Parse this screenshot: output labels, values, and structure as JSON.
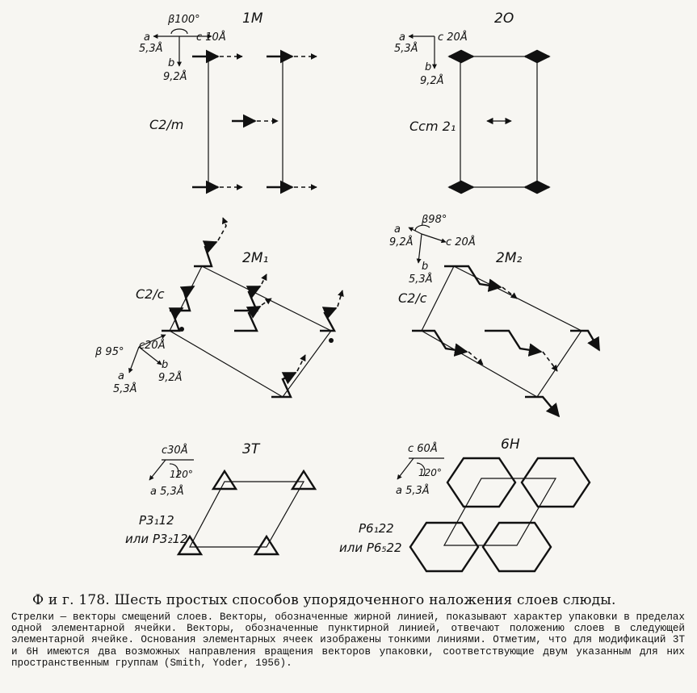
{
  "panels": {
    "p1M": {
      "name": "1M",
      "axis_beta": "β100°",
      "axis_a": "a",
      "axis_a_len": "5,3Å",
      "axis_c": "c 10Å",
      "axis_b": "b",
      "axis_b_len": "9,2Å",
      "group": "C2/m"
    },
    "p2O": {
      "name": "2O",
      "axis_a": "a",
      "axis_a_len": "5,3Å",
      "axis_c": "c 20Å",
      "axis_b": "b",
      "axis_b_len": "9,2Å",
      "group": "Ccm 2₁"
    },
    "p2M1": {
      "name": "2M₁",
      "group": "C2/c",
      "axis_beta": "β 95°",
      "axis_c": "c20Å",
      "axis_b": "b",
      "axis_b_len": "9,2Å",
      "axis_a": "a",
      "axis_a_len": "5,3Å"
    },
    "p2M2": {
      "name": "2M₂",
      "axis_a": "a",
      "axis_a_len": "9,2Å",
      "axis_beta": "β98°",
      "axis_c": "c 20Å",
      "axis_b": "b",
      "axis_b_len": "5,3Å",
      "group": "C2/c"
    },
    "p3T": {
      "name": "3T",
      "axis_c": "c30Å",
      "axis_angle": "120°",
      "axis_a": "a 5,3Å",
      "group_1": "P3₁12",
      "group_2": "или P3₂12"
    },
    "p6H": {
      "name": "6H",
      "axis_c": "c 60Å",
      "axis_angle": "120°",
      "axis_a": "a 5,3Å",
      "group_1": "P6₁22",
      "group_2": "или P6₅22"
    }
  },
  "caption": {
    "title": "Ф и г. 178. Шесть простых способов упорядоченного наложения слоев слюды.",
    "body": "Стрелки — векторы смещений слоев. Векторы, обозначенные жирной линией, показывают характер упаковки в пределах одной элементарной ячейки. Векторы, обозначенные пунктирной линией, отвечают положению слоев в следующей элементарной ячейке. Основания элементарных ячеек изображены тонкими линиями. Отметим, что для модификаций 3T и 6H имеются два возможных направления вращения векторов упаковки, соответствующие двум указанным для них пространственным группам (Smith, Yoder, 1956)."
  }
}
